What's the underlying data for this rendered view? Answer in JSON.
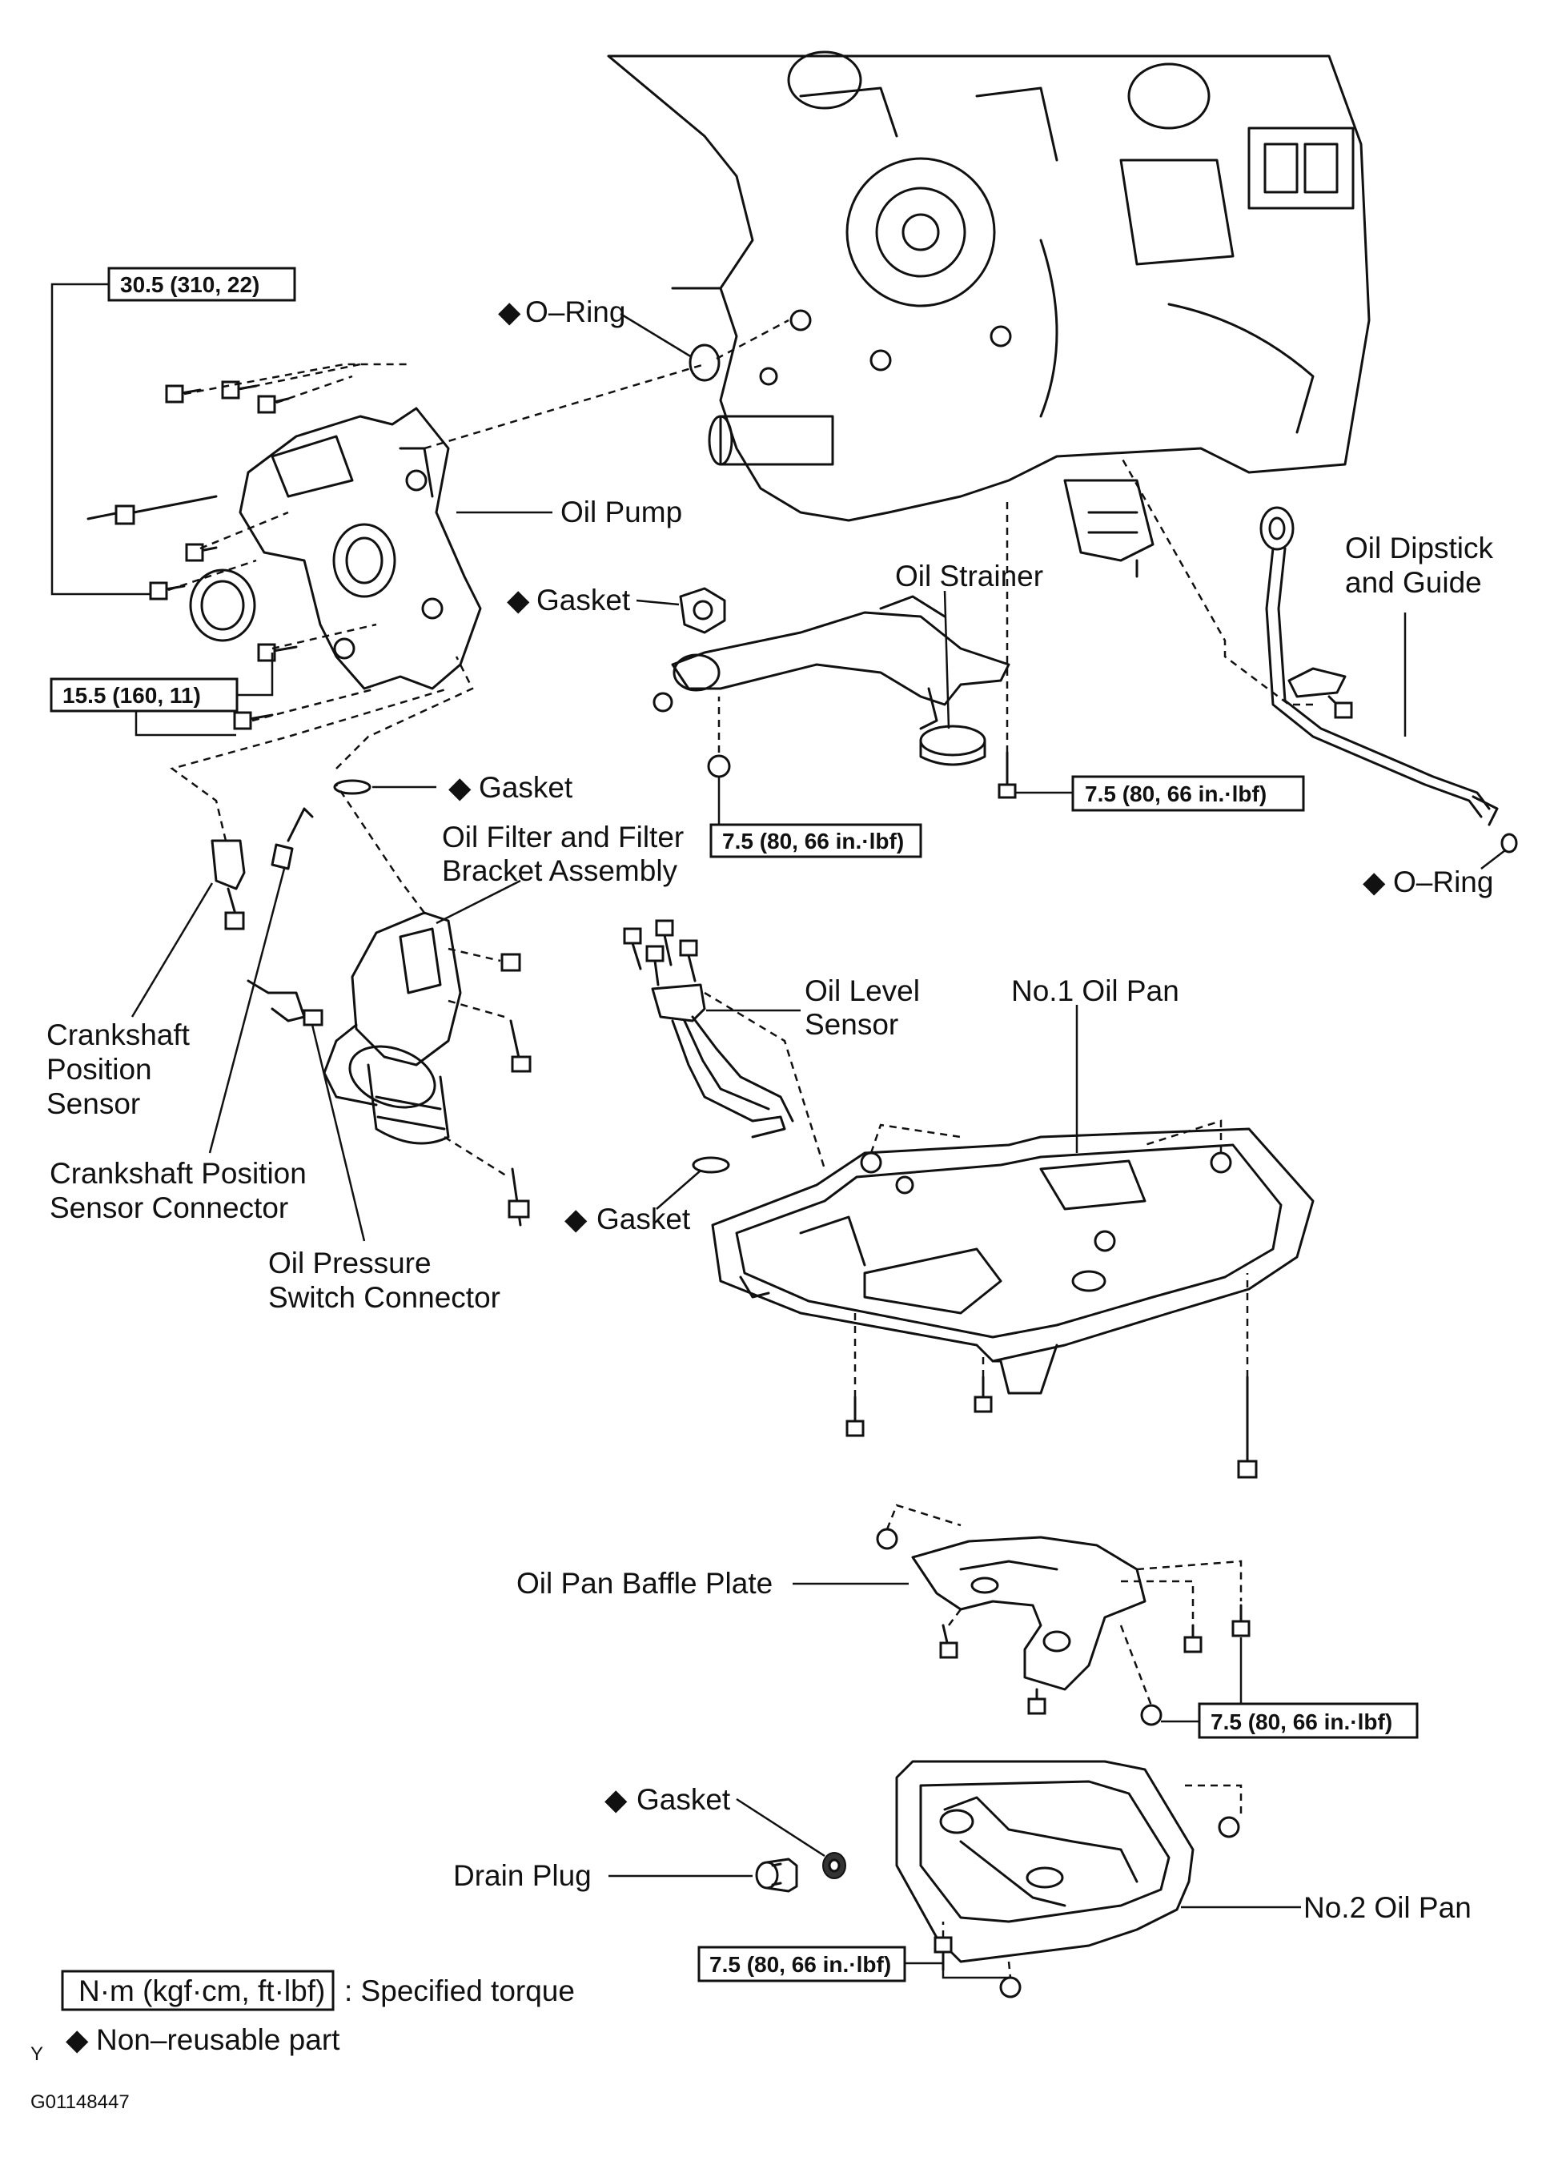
{
  "labels": {
    "o_ring_top": "O–Ring",
    "oil_pump": "Oil Pump",
    "gasket_strainer": "Gasket",
    "oil_strainer": "Oil Strainer",
    "oil_dipstick": [
      "Oil Dipstick",
      "and Guide"
    ],
    "gasket_filter": "Gasket",
    "o_ring_dipstick": "O–Ring",
    "oil_filter_bracket": [
      "Oil Filter and Filter",
      "Bracket Assembly"
    ],
    "oil_level_sensor": [
      "Oil Level",
      "Sensor"
    ],
    "no1_oil_pan": "No.1 Oil Pan",
    "crankshaft_sensor": [
      "Crankshaft",
      "Position",
      "Sensor"
    ],
    "crankshaft_connector": [
      "Crankshaft Position",
      "Sensor Connector"
    ],
    "gasket_level_sensor": "Gasket",
    "oil_pressure_switch": [
      "Oil Pressure",
      "Switch Connector"
    ],
    "baffle_plate": "Oil Pan Baffle Plate",
    "gasket_drain": "Gasket",
    "drain_plug": "Drain Plug",
    "no2_oil_pan": "No.2 Oil Pan"
  },
  "torques": {
    "pump_upper": "30.5 (310, 22)",
    "pump_lower": "15.5 (160, 11)",
    "strainer": "7.5 (80, 66 in.·lbf)",
    "dipstick": "7.5 (80, 66 in.·lbf)",
    "baffle": "7.5 (80, 66 in.·lbf)",
    "no2_pan": "7.5 (80, 66 in.·lbf)"
  },
  "legend": {
    "torque_unit": "N·m (kgf·cm, ft·lbf)",
    "torque_desc": ": Specified torque",
    "nonreusable": "Non–reusable part"
  },
  "footer": {
    "mark": "Y",
    "code": "G01148447"
  },
  "symbols": {
    "nonreusable": "◆"
  }
}
